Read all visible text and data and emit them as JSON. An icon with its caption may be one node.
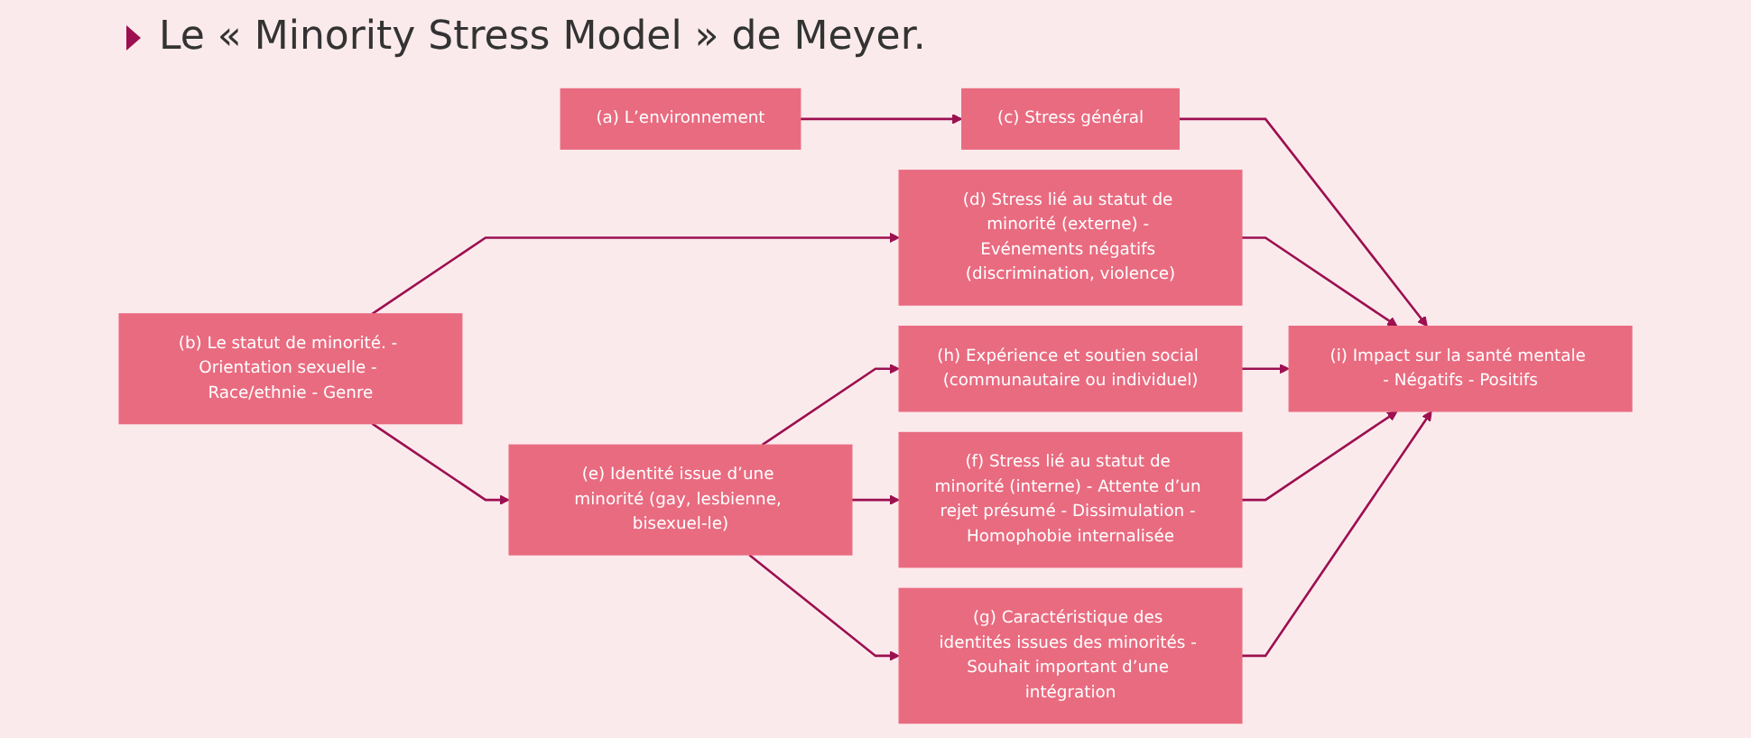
{
  "diagram": {
    "title": "Le « Minority Stress Model » de Meyer.",
    "nodes": [
      {
        "text": [
          "(h) Expérience et soutien social (communautaire ou individuel)"
        ]
      },
      {
        "text": [
          "(a) L’environnement"
        ]
      },
      {
        "text": [
          "(c) Stress général"
        ]
      },
      {
        "text": [
          "(i) Impact sur la santé mentale - Négatifs - Positifs"
        ]
      },
      {
        "text": [
          "(b) Le statut de minorité. - Orientation sexuelle - Race/ethnie - Genre"
        ]
      },
      {
        "text": [
          "(d) Stress lié au statut de minorité (externe) - Evénements négatifs (discrimination, violence)"
        ]
      },
      {
        "text": [
          "(f) Stress lié au statut de minorité (interne) - Attente d’un rejet présumé - Dissimulation - Homophobie internalisée"
        ]
      },
      {
        "text": [
          "(g) Caractéristique des identités issues des minorités - Souhait important d’une intégration"
        ]
      },
      {
        "text": [
          "(e) Identité issue d’une minorité (gay, lesbienne, bisexuel-le)"
        ]
      }
    ],
    "edges": [
      {
        "from": 8,
        "to": 0,
        "arrow": "to"
      },
      {
        "from": 1,
        "to": 2,
        "arrow": "to"
      },
      {
        "from": 2,
        "to": 3,
        "arrow": "to"
      },
      {
        "from": 0,
        "to": 3,
        "arrow": "to"
      },
      {
        "from": 4,
        "to": 5,
        "arrow": "to"
      },
      {
        "from": 5,
        "to": 3,
        "arrow": "to"
      },
      {
        "from": 4,
        "to": 8,
        "arrow": "to"
      },
      {
        "from": 8,
        "to": 6,
        "arrow": "to"
      },
      {
        "from": 6,
        "to": 3,
        "arrow": "to"
      },
      {
        "from": 7,
        "to": 3,
        "arrow": "to"
      },
      {
        "from": 8,
        "to": 7,
        "arrow": "to"
      }
    ]
  }
}
